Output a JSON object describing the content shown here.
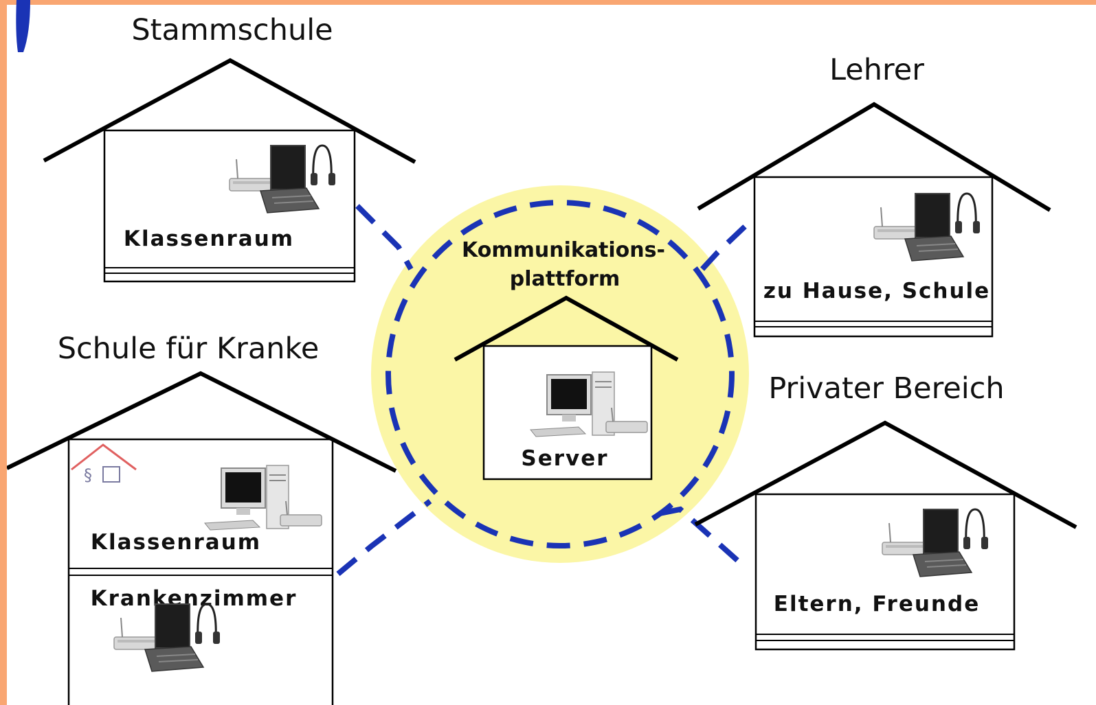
{
  "houses": {
    "stammschule": {
      "title": "Stammschule",
      "room": "Klassenraum"
    },
    "lehrer": {
      "title": "Lehrer",
      "room": "zu Hause, Schule"
    },
    "krankenschule": {
      "title": "Schule für Kranke",
      "room_top": "Klassenraum",
      "room_bottom": "Krankenzimmer"
    },
    "privat": {
      "title": "Privater Bereich",
      "room": "Eltern, Freunde"
    }
  },
  "center": {
    "title_line1": "Kommunikations-",
    "title_line2": "plattform",
    "room": "Server"
  },
  "colors": {
    "frame": "#f9a672",
    "circle_fill": "#fbf6a6",
    "connector": "#1a33b5",
    "accent_logo": "#e06060"
  },
  "icons": {
    "laptop": "laptop-with-router-and-headset-icon",
    "desktop": "desktop-computer-with-router-icon",
    "school_logo": "school-logo-icon"
  }
}
